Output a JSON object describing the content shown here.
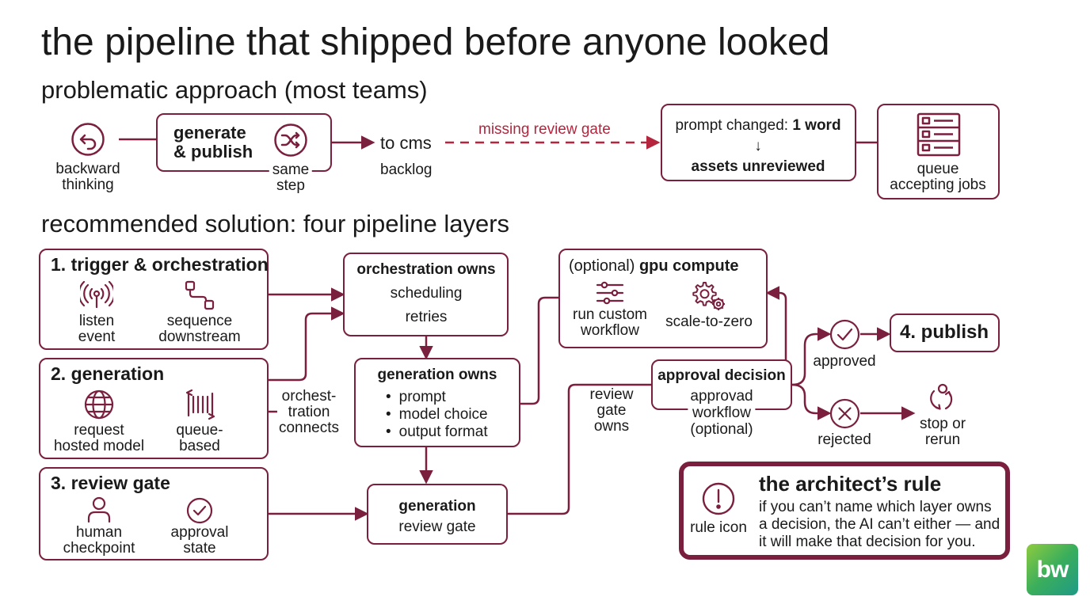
{
  "title": "the pipeline that shipped before anyone looked",
  "colors": {
    "accent": "#7a1f3d",
    "dashed_arrow": "#b5253e",
    "logo_green": "#3aae5c"
  },
  "problem": {
    "heading": "problematic approach (most teams)",
    "backward": {
      "icon": "back-arrow-icon",
      "line1": "backward",
      "line2": "thinking"
    },
    "generate": {
      "line1": "generate",
      "line2": "& publish",
      "icon": "shuffle-icon",
      "sub1": "same",
      "sub2": "step"
    },
    "cms": {
      "label": "to cms",
      "sub": "backlog"
    },
    "missing": "missing review gate",
    "prompt": {
      "prefix": "prompt changed:",
      "emphasis": "1 word",
      "arrow": "↓",
      "result": "assets unreviewed"
    },
    "queue": {
      "icon": "list-icon",
      "line1": "queue",
      "line2": "accepting jobs"
    }
  },
  "solution": {
    "heading": "recommended solution: four pipeline layers",
    "layer1": {
      "title": "1. trigger & orchestration",
      "items": [
        {
          "icon": "broadcast-icon",
          "line1": "listen",
          "line2": "event"
        },
        {
          "icon": "flow-icon",
          "line1": "sequence",
          "line2": "downstream"
        }
      ]
    },
    "layer2": {
      "title": "2. generation",
      "items": [
        {
          "icon": "globe-icon",
          "line1": "request",
          "line2": "hosted model"
        },
        {
          "icon": "queue-icon",
          "line1": "queue-",
          "line2": "based"
        }
      ]
    },
    "layer3": {
      "title": "3. review gate",
      "items": [
        {
          "icon": "person-icon",
          "line1": "human",
          "line2": "checkpoint"
        },
        {
          "icon": "check-circle-icon",
          "line1": "approval",
          "line2": "state"
        }
      ]
    },
    "connects": {
      "line1": "orchest-",
      "line2": "tration",
      "line3": "connects"
    },
    "orch_owns": {
      "title": "orchestration owns",
      "line1": "scheduling",
      "line2": "retries"
    },
    "gen_owns": {
      "title": "generation owns",
      "bullets": [
        "prompt",
        "model choice",
        "output format"
      ]
    },
    "gen_review": {
      "line1": "generation",
      "line2": "review gate"
    },
    "gpu": {
      "prefix": "(optional)",
      "title": "gpu compute",
      "items": [
        {
          "icon": "sliders-icon",
          "line1": "run custom",
          "line2": "workflow"
        },
        {
          "icon": "gears-icon",
          "line1": "scale-to-zero"
        }
      ]
    },
    "review_owns": {
      "line1": "review",
      "line2": "gate",
      "line3": "owns"
    },
    "approval": {
      "title": "approval decision",
      "line1": "approvad",
      "line2": "workflow",
      "line3": "(optional)"
    },
    "approved": {
      "icon": "check-circle-icon",
      "label": "approved"
    },
    "publish": "4. publish",
    "rejected": {
      "icon": "x-circle-icon",
      "label": "rejected"
    },
    "stop": {
      "icon": "refresh-icon",
      "line1": "stop or",
      "line2": "rerun"
    }
  },
  "rule": {
    "icon": "exclamation-icon",
    "icon_label": "rule icon",
    "title": "the architect’s rule",
    "lines": [
      "if you can’t name which layer owns",
      "a decision, the AI can’t either — and",
      "it will make that decision for you."
    ]
  },
  "logo": {
    "text": "bw"
  }
}
